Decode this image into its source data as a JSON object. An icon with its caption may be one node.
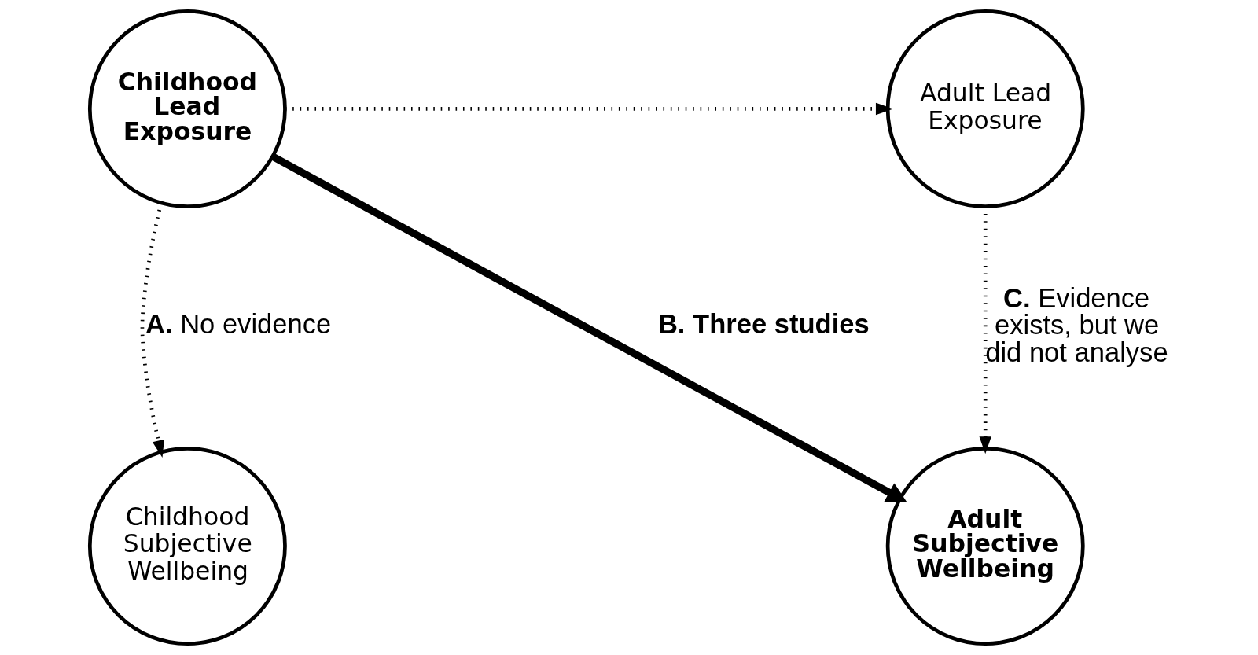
{
  "diagram": {
    "nodes": [
      {
        "text": [
          "Childhood Lead Exposure"
        ]
      },
      {
        "text": [
          "Adult Lead Exposure"
        ]
      },
      {
        "text": [
          "Childhood Subjective Wellbeing"
        ]
      },
      {
        "text": [
          "Adult Subjective Wellbeing"
        ]
      }
    ],
    "edges": [
      {
        "from": 0,
        "to": 1,
        "arrow": "to",
        "style": "dashed"
      },
      {
        "from": 0,
        "to": 2,
        "arrow": "to",
        "style": "dashed",
        "label": "**A.** No evidence"
      },
      {
        "from": 0,
        "to": 3,
        "arrow": "to",
        "style": "thick",
        "label": "**B. Three studies**"
      },
      {
        "from": 1,
        "to": 3,
        "arrow": "to",
        "style": "dashed",
        "label": "**C.** Evidence exists, but we did not analyse"
      }
    ]
  }
}
